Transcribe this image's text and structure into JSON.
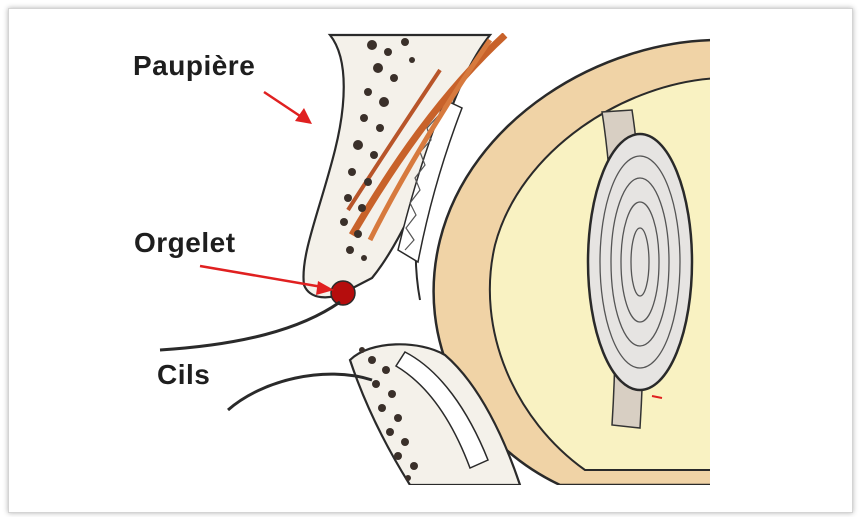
{
  "labels": {
    "eyelid": "Paupière",
    "stye": "Orgelet",
    "eyelashes": "Cils"
  },
  "colors": {
    "background": "#ffffff",
    "sclera": "#f0d3a6",
    "vitreous": "#f9f2c2",
    "pointer_arrow": "#e02020",
    "stye": "#b50d0d",
    "muscle": "#c8622a",
    "outline": "#2a2a2a",
    "gland_dots": "#3a302a"
  }
}
